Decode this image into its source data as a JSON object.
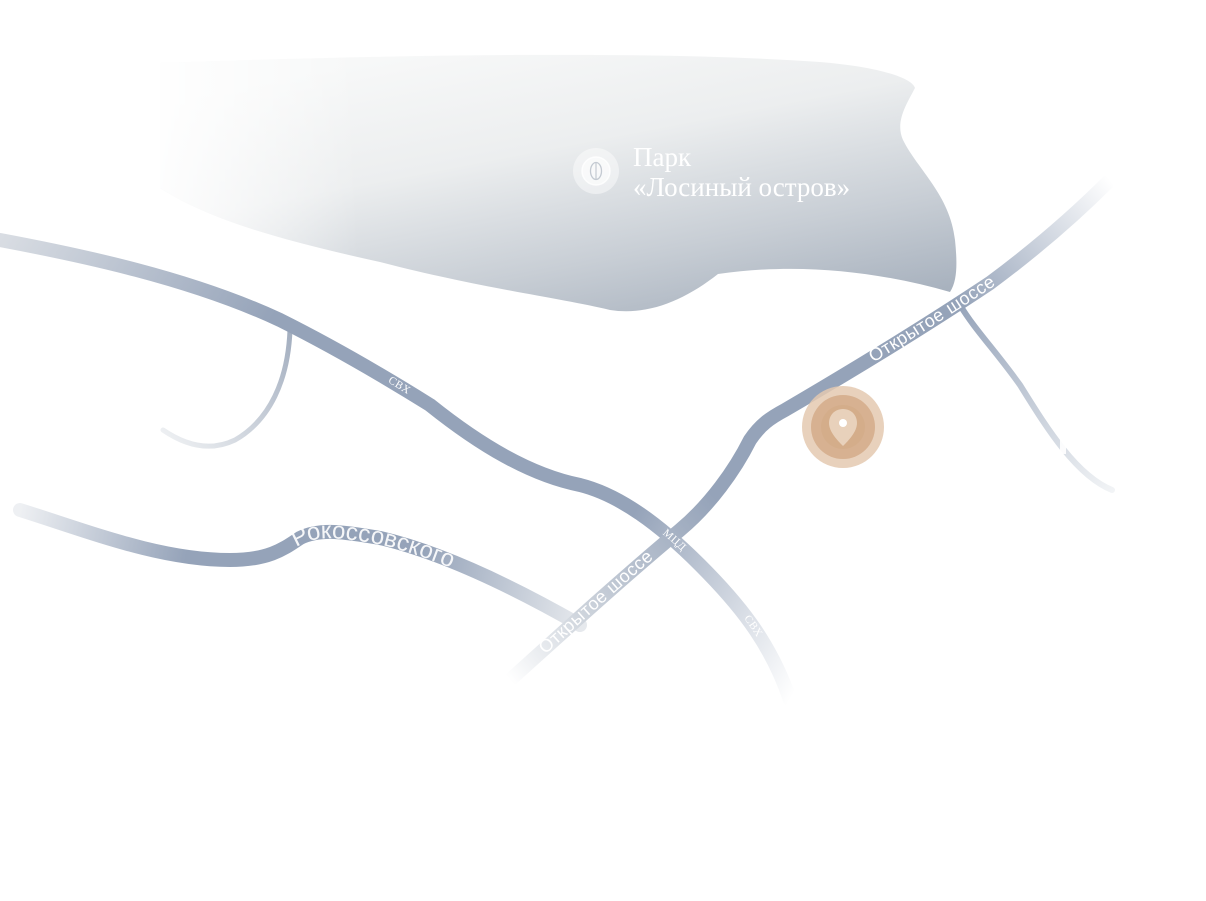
{
  "park": {
    "line1": "Парк",
    "line2": "«Лосиный остров»",
    "icon": "leaf-icon"
  },
  "roads": {
    "otkrytoe_upper": "Открытое шоссе",
    "otkrytoe_lower": "Открытое шоссе",
    "svh_upper": "СВХ",
    "svh_lower": "СВХ",
    "mcd": "МЦД",
    "rokossovskogo": "Рокоссовского"
  },
  "marker": {
    "icon": "location-pin-icon",
    "color": "#c9986e"
  },
  "colors": {
    "road": "#95a3b9",
    "park": "#aab3bf",
    "background": "#ffffff"
  }
}
